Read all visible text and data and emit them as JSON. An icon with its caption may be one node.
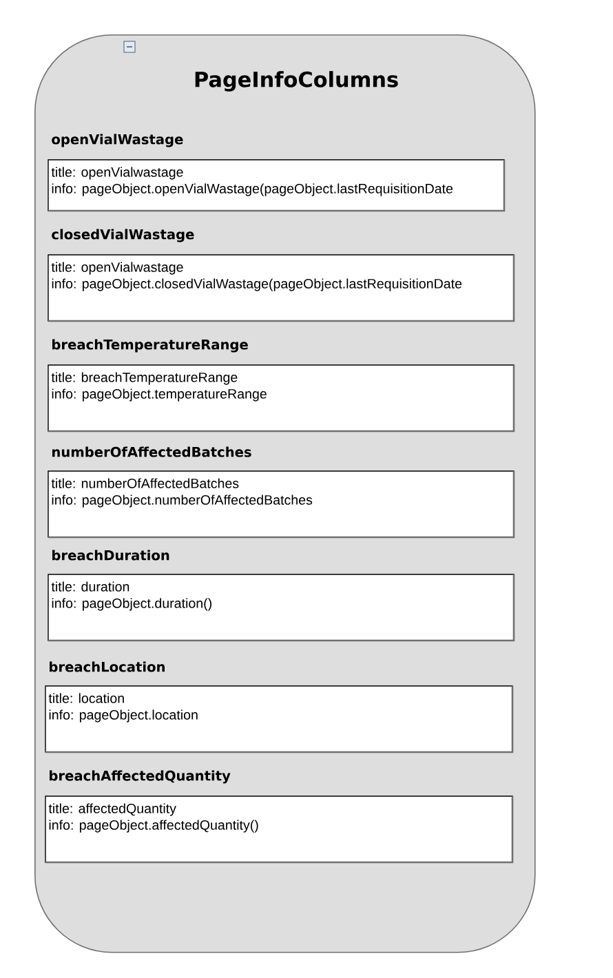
{
  "diagram": {
    "nodes": [
      {
        "text": [
          "PageInfoColumns"
        ]
      },
      {
        "text": [
          "openVialWastage",
          "title: openVialwastage",
          "info: pageObject.openVialWastage(pageObject.lastRequisitionDate"
        ],
        "in": 0
      },
      {
        "text": [
          "closedVialWastage",
          "title: openVialwastage",
          "info: pageObject.closedVialWastage(pageObject.lastRequisitionDate"
        ],
        "in": 0
      },
      {
        "text": [
          "breachTemperatureRange",
          "title: breachTemperatureRange",
          "info: pageObject.temperatureRange"
        ],
        "in": 0
      },
      {
        "text": [
          "numberOfAffectedBatches",
          "title: numberOfAffectedBatches",
          "info: pageObject.numberOfAffectedBatches"
        ],
        "in": 0
      },
      {
        "text": [
          "breachDuration",
          "title: duration",
          "info: pageObject.duration()"
        ],
        "in": 0
      },
      {
        "text": [
          "breachLocation",
          "title: location",
          "info: pageObject.location"
        ],
        "in": 0
      },
      {
        "text": [
          "breachAffectedQuantity",
          "title: affectedQuantity",
          "info: pageObject.affectedQuantity()"
        ],
        "in": 0
      }
    ]
  }
}
